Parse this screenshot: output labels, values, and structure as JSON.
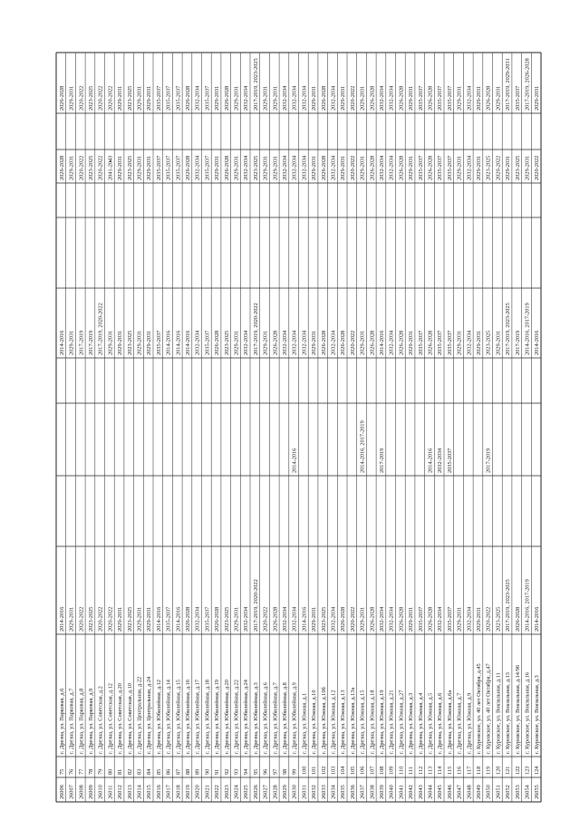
{
  "table": {
    "rows": [
      [
        "26006",
        "75",
        "г. Дрезна, ул. Парковая, д.6",
        "2014-2016",
        "",
        "",
        "",
        "2014-2016",
        "",
        "",
        "2026-2028",
        "",
        "2026-2028"
      ],
      [
        "26007",
        "76",
        "г. Дрезна, ул. Парковая, д.7",
        "2029-2031",
        "",
        "",
        "",
        "2029-2031",
        "",
        "",
        "2029-2031",
        "",
        "2029-2031"
      ],
      [
        "26008",
        "77",
        "г. Дрезна, ул. Парковая, д.8",
        "2020-2022",
        "",
        "",
        "",
        "2017-2019",
        "",
        "",
        "2020-2022",
        "",
        "2020-2022"
      ],
      [
        "26009",
        "78",
        "г. Дрезна, ул. Парковая, д.9",
        "2023-2025",
        "",
        "",
        "",
        "2017-2019",
        "",
        "",
        "2023-2025",
        "",
        "2023-2025"
      ],
      [
        "26010",
        "79",
        "г. Дрезна, ул. Советская, д.2",
        "2020-2022",
        "",
        "",
        "",
        "2017-2019, 2020-2022",
        "",
        "",
        "2020-2022",
        "",
        "2020-2022"
      ],
      [
        "26011",
        "80",
        "г. Дрезна, ул. Советская, д.12",
        "2020-2022",
        "",
        "",
        "",
        "2029-2031",
        "",
        "",
        "2041-2043",
        "",
        "2020-2022"
      ],
      [
        "26012",
        "81",
        "г. Дрезна, ул. Советская, д.20",
        "2029-2031",
        "",
        "",
        "",
        "2029-2031",
        "",
        "",
        "2029-2031",
        "",
        "2029-2031"
      ],
      [
        "26013",
        "82",
        "г. Дрезна, ул. Советская, д.10",
        "2023-2025",
        "",
        "",
        "",
        "2023-2025",
        "",
        "",
        "2023-2025",
        "",
        "2023-2025"
      ],
      [
        "26014",
        "83",
        "г. Дрезна, ул. Центральная, д.22",
        "2029-2031",
        "",
        "",
        "",
        "2029-2031",
        "",
        "",
        "2029-2031",
        "",
        "2029-2031"
      ],
      [
        "26015",
        "84",
        "г. Дрезна, ул. Центральная, д.24",
        "2029-2031",
        "",
        "",
        "",
        "2029-2031",
        "",
        "",
        "2029-2031",
        "",
        "2029-2031"
      ],
      [
        "26016",
        "85",
        "г. Дрезна, ул. Юбилейная, д.12",
        "2014-2016",
        "",
        "",
        "",
        "2035-2037",
        "",
        "",
        "2035-2037",
        "",
        "2035-2037"
      ],
      [
        "26017",
        "86",
        "г. Дрезна, ул. Юбилейная, д.14",
        "2035-2037",
        "",
        "",
        "",
        "2014-2016",
        "",
        "",
        "2035-2037",
        "",
        "2035-2037"
      ],
      [
        "26018",
        "87",
        "г. Дрезна, ул. Юбилейная, д.15",
        "2014-2016",
        "",
        "",
        "",
        "2014-2016",
        "",
        "",
        "2035-2037",
        "",
        "2035-2037"
      ],
      [
        "26019",
        "88",
        "г. Дрезна, ул. Юбилейная, д.16",
        "2026-2028",
        "",
        "",
        "",
        "2014-2016",
        "",
        "",
        "2026-2028",
        "",
        "2026-2028"
      ],
      [
        "26020",
        "89",
        "г. Дрезна, ул. Юбилейная, д.17",
        "2032-2034",
        "",
        "",
        "",
        "2032-2034",
        "",
        "",
        "2032-2034",
        "",
        "2032-2034"
      ],
      [
        "26021",
        "90",
        "г. Дрезна, ул. Юбилейная, д.18",
        "2035-2037",
        "",
        "",
        "",
        "2035-2037",
        "",
        "",
        "2035-2037",
        "",
        "2035-2037"
      ],
      [
        "26022",
        "91",
        "г. Дрезна, ул. Юбилейная, д.19",
        "2026-2028",
        "",
        "",
        "",
        "2026-2028",
        "",
        "",
        "2029-2031",
        "",
        "2029-2031"
      ],
      [
        "26023",
        "92",
        "г. Дрезна, ул. Юбилейная, д.20",
        "2023-2025",
        "",
        "",
        "",
        "2023-2025",
        "",
        "",
        "2026-2028",
        "",
        "2026-2028"
      ],
      [
        "26024",
        "93",
        "г. Дрезна, ул. Юбилейная, д.22",
        "2029-2031",
        "",
        "",
        "",
        "2029-2031",
        "",
        "",
        "2029-2031",
        "",
        "2029-2031"
      ],
      [
        "26025",
        "94",
        "г. Дрезна, ул. Юбилейная, д.24",
        "2032-2034",
        "",
        "",
        "",
        "2032-2034",
        "",
        "",
        "2032-2034",
        "",
        "2032-2034"
      ],
      [
        "26026",
        "95",
        "г. Дрезна, ул. Юбилейная, д.3",
        "2017-2019, 2020-2022",
        "",
        "",
        "",
        "2017-2019, 2020-2022",
        "",
        "",
        "2023-2025",
        "",
        "2017-2019, 2023-2025"
      ],
      [
        "26027",
        "96",
        "г. Дрезна, ул. Юбилейная, д.6",
        "2020-2022",
        "",
        "",
        "",
        "2029-2031",
        "",
        "",
        "2029-2031",
        "",
        "2029-2031"
      ],
      [
        "26028",
        "97",
        "г. Дрезна, ул. Юбилейная, д.7",
        "2026-2028",
        "",
        "",
        "",
        "2026-2028",
        "",
        "",
        "2029-2031",
        "",
        "2029-2031"
      ],
      [
        "26029",
        "98",
        "г. Дрезна, ул. Юбилейная, д.8",
        "2032-2034",
        "",
        "",
        "",
        "2032-2034",
        "",
        "",
        "2032-2034",
        "",
        "2032-2034"
      ],
      [
        "26030",
        "99",
        "г. Дрезна, ул. Юбилейная, д.9",
        "2032-2034",
        "",
        "2014-2016",
        "",
        "2032-2034",
        "",
        "",
        "2032-2034",
        "",
        "2032-2034"
      ],
      [
        "26031",
        "100",
        "г. Дрезна, ул. Южная, д.1",
        "2014-2016",
        "",
        "",
        "",
        "2032-2034",
        "",
        "",
        "2032-2034",
        "",
        "2032-2034"
      ],
      [
        "26032",
        "101",
        "г. Дрезна, ул. Южная, д.10",
        "2029-2031",
        "",
        "",
        "",
        "2029-2031",
        "",
        "",
        "2029-2031",
        "",
        "2029-2031"
      ],
      [
        "26033",
        "102",
        "г. Дрезна, ул. Южная, д.10б",
        "2023-2025",
        "",
        "",
        "",
        "2026-2028",
        "",
        "",
        "2026-2028",
        "",
        "2026-2028"
      ],
      [
        "26034",
        "103",
        "г. Дрезна, ул. Южная, д.12",
        "2032-2034",
        "",
        "",
        "",
        "2032-2034",
        "",
        "",
        "2032-2034",
        "",
        "2032-2034"
      ],
      [
        "26035",
        "104",
        "г. Дрезна, ул. Южная, д.13",
        "2026-2028",
        "",
        "",
        "",
        "2026-2028",
        "",
        "",
        "2029-2031",
        "",
        "2029-2031"
      ],
      [
        "26036",
        "105",
        "г. Дрезна, ул. Южная, д.13а",
        "2020-2022",
        "",
        "",
        "",
        "2020-2022",
        "",
        "",
        "2020-2022",
        "",
        "2020-2022"
      ],
      [
        "26037",
        "106",
        "г. Дрезна, ул. Южная, д.15",
        "2029-2031",
        "",
        "2014-2016, 2017-2019",
        "",
        "2029-2031",
        "",
        "",
        "2029-2031",
        "",
        "2029-2031"
      ],
      [
        "26038",
        "107",
        "г. Дрезна, ул. Южная, д.18",
        "2026-2028",
        "",
        "",
        "",
        "2026-2028",
        "",
        "",
        "2026-2028",
        "",
        "2026-2028"
      ],
      [
        "26039",
        "108",
        "г. Дрезна, ул. Южная, д.19",
        "2032-2034",
        "",
        "2017-2019",
        "",
        "2014-2016",
        "",
        "",
        "2032-2034",
        "",
        "2032-2034"
      ],
      [
        "26040",
        "109",
        "г. Дрезна, ул. Южная, д.21",
        "2032-2034",
        "",
        "",
        "",
        "2032-2034",
        "",
        "",
        "2032-2034",
        "",
        "2032-2034"
      ],
      [
        "26041",
        "110",
        "г. Дрезна, ул. Южная, д.27",
        "2026-2028",
        "",
        "",
        "",
        "2026-2028",
        "",
        "",
        "2026-2028",
        "",
        "2026-2028"
      ],
      [
        "26042",
        "111",
        "г. Дрезна, ул. Южная, д.3",
        "2029-2031",
        "",
        "",
        "",
        "2029-2031",
        "",
        "",
        "2029-2031",
        "",
        "2029-2031"
      ],
      [
        "26043",
        "112",
        "г. Дрезна, ул. Южная, д.4",
        "2035-2037",
        "",
        "",
        "",
        "2035-2037",
        "",
        "",
        "2035-2037",
        "",
        "2035-2037"
      ],
      [
        "26044",
        "113",
        "г. Дрезна, ул. Южная, д.5",
        "2026-2028",
        "",
        "2014-2016",
        "",
        "2026-2028",
        "",
        "",
        "2026-2028",
        "",
        "2026-2028"
      ],
      [
        "26045",
        "114",
        "г. Дрезна, ул. Южная, д.6",
        "2032-2034",
        "",
        "2032-2034",
        "",
        "2035-2037",
        "",
        "",
        "2035-2037",
        "",
        "2035-2037"
      ],
      [
        "26046",
        "115",
        "г. Дрезна, ул. Южная, д.6а",
        "2035-2037",
        "",
        "2035-2037",
        "",
        "2035-2037",
        "",
        "",
        "2035-2037",
        "",
        "2035-2037"
      ],
      [
        "26047",
        "116",
        "г. Дрезна, ул. Южная, д.7",
        "2029-2031",
        "",
        "",
        "",
        "2029-2031",
        "",
        "",
        "2029-2031",
        "",
        "2029-2031"
      ],
      [
        "26048",
        "117",
        "г. Дрезна, ул. Южная, д.9",
        "2032-2034",
        "",
        "",
        "",
        "2032-2034",
        "",
        "",
        "2032-2034",
        "",
        "2032-2034"
      ],
      [
        "26049",
        "118",
        "г. Куровское, ул. 40 лет Октября, д.45",
        "2029-2031",
        "",
        "",
        "",
        "2029-2031",
        "",
        "",
        "2029-2031",
        "",
        "2029-2031"
      ],
      [
        "26050",
        "119",
        "г. Куровское, ул. 40 лет Октября, д.47",
        "2020-2022",
        "",
        "2017-2019",
        "",
        "2023-2025",
        "",
        "",
        "2023-2025",
        "",
        "2026-2028"
      ],
      [
        "26051",
        "120",
        "г. Куровское, ул. Вокзальная, д.11",
        "2023-2025",
        "",
        "",
        "",
        "2029-2031",
        "",
        "",
        "2020-2022",
        "",
        "2029-2031"
      ],
      [
        "26052",
        "121",
        "г. Куровское, ул. Вокзальная, д.13",
        "2017-2019, 2023-2025",
        "",
        "",
        "",
        "2017-2019, 2023-2025",
        "",
        "",
        "2029-2031",
        "",
        "2017-2019, 2029-2031"
      ],
      [
        "26053",
        "122",
        "г. Куровское, ул. Вокзальная, д.14/96",
        "2026-2028",
        "",
        "",
        "",
        "2017-2019",
        "",
        "",
        "2023-2025",
        "",
        "2035-2037"
      ],
      [
        "26054",
        "123",
        "г. Куровское, ул. Вокзальная, д.16",
        "2014-2016, 2017-2019",
        "",
        "",
        "",
        "2014-2016, 2017-2019",
        "",
        "",
        "2029-2031",
        "",
        "2017-2019, 2026-2028"
      ],
      [
        "26055",
        "124",
        "г. Куровское, ул. Вокзальная, д.3",
        "2014-2016",
        "",
        "",
        "",
        "2014-2016",
        "",
        "",
        "2020-2022",
        "",
        "2029-2031"
      ]
    ]
  },
  "page_number": ""
}
